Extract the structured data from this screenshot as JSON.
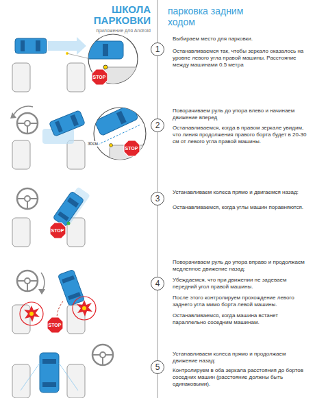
{
  "diagram": {
    "title": "ШКОЛА ПАРКОВКИ",
    "nodes": [
      {
        "text": [
          "1"
        ]
      },
      {
        "text": [
          "STOP"
        ]
      },
      {
        "text": [
          "2"
        ]
      },
      {
        "text": [
          "STOP"
        ]
      },
      {
        "text": [
          "3"
        ]
      },
      {
        "text": [
          "STOP"
        ]
      },
      {
        "text": [
          "4"
        ]
      },
      {
        "text": [
          "STOP"
        ]
      },
      {
        "text": [
          "5"
        ]
      }
    ],
    "edges": [
      {
        "from": 0,
        "to": 2,
        "arrow": "none"
      },
      {
        "from": 2,
        "to": 4,
        "arrow": "none"
      },
      {
        "from": 4,
        "to": 6,
        "arrow": "none"
      },
      {
        "from": 6,
        "to": 8,
        "arrow": "none"
      }
    ],
    "labels": [
      "приложение для Android",
      "парковка задним ходом",
      "Выбираем место для парковки.",
      "Останавливаемся так, чтобы зеркало оказалось на уровне левого угла правой машины. Расстояние между машинами 0.5 метра",
      "Поворачиваем руль до упора влево и начинаем движение вперед",
      "Останавливаемся, когда в правом зеркале увидим, что линия продолжения правого борта будет в 20-30 см от левого угла правой машины.",
      "30см",
      "Устанавливаем колеса прямо и двигаемся назад:",
      "Останавливаемся, когда углы машин поравняются.",
      "Поворачиваем руль до упора вправо и продолжаем медленное движение назад:",
      "Убеждаемся, что при движении не задеваем передний угол правой машины.",
      "После этого контролируем прохождение левого заднего угла мимо борта левой машины.",
      "Останавливаемся, когда машина встанет параллельно соседним машинам.",
      "Устанавливаем колеса прямо и продолжаем движение назад:",
      "Контролируем в оба зеркала расстояния до бортов соседних машин (расстояние должны быть одинаковыми)."
    ]
  }
}
